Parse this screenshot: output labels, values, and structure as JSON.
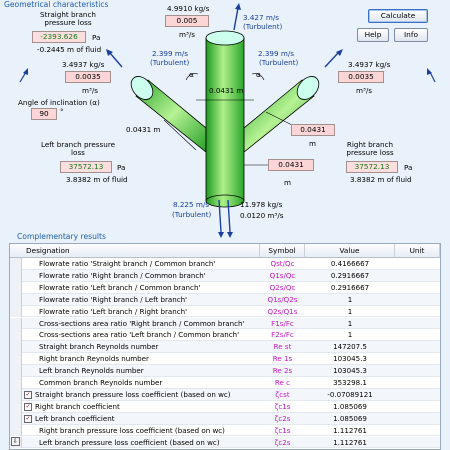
{
  "header": {
    "title": "Geometrical characteristics"
  },
  "buttons": {
    "calculate": "Calculate",
    "help": "Help",
    "info": "Info"
  },
  "straight_branch": {
    "label": "Straight branch pressure loss",
    "value": "-2393.626",
    "unit": "Pa",
    "fluid": "-0.2445 m of fluid"
  },
  "top": {
    "velocity_kgs": "4.9910 kg/s",
    "flow_value": "0.005",
    "flow_unit": "m³/s",
    "speed": "3.427 m/s",
    "regime": "(Turbulent)"
  },
  "left_branch_flow": {
    "speed": "2.399 m/s",
    "regime": "(Turbulent)",
    "kgs": "3.4937 kg/s",
    "value": "0.0035",
    "unit": "m³/s"
  },
  "right_branch_flow": {
    "speed": "2.399 m/s",
    "regime": "(Turbulent)",
    "kgs": "3.4937 kg/s",
    "value": "0.0035",
    "unit": "m³/s"
  },
  "angle": {
    "label": "Angle of inclination (α)",
    "value": "90",
    "unit": "°"
  },
  "diagram": {
    "alpha": "α",
    "d_top": "0.0431 m",
    "d_left": "0.0431 m",
    "d_right_value": "0.0431",
    "d_right_unit": "m",
    "d_common_value": "0.0431",
    "d_common_unit": "m"
  },
  "left_branch": {
    "label": "Left branch pressure loss",
    "value": "37572.13",
    "unit": "Pa",
    "fluid": "3.8382 m of fluid"
  },
  "right_branch": {
    "label": "Right branch pressure loss",
    "value": "37572.13",
    "unit": "Pa",
    "fluid": "3.8382 m of fluid"
  },
  "common": {
    "left_speed": "8.225 m/s",
    "left_regime": "(Turbulent)",
    "kgs": "11.978 kg/s",
    "flow": "0.0120 m³/s"
  },
  "table": {
    "title": "Complementary results",
    "columns": [
      "Designation",
      "Symbol",
      "Value",
      "Unit"
    ],
    "rows": [
      {
        "d": "Flowrate ratio 'Straight branch / Common branch'",
        "s": "Qst/Qc",
        "v": "0.4166667",
        "u": ""
      },
      {
        "d": "Flowrate ratio 'Right branch / Common branch'",
        "s": "Q1s/Qc",
        "v": "0.2916667",
        "u": ""
      },
      {
        "d": "Flowrate ratio 'Left branch / Common branch'",
        "s": "Q2s/Qc",
        "v": "0.2916667",
        "u": ""
      },
      {
        "d": "Flowrate ratio 'Right branch / Left branch'",
        "s": "Q1s/Q2s",
        "v": "1",
        "u": ""
      },
      {
        "d": "Flowrate ratio 'Left branch / Right branch'",
        "s": "Q2s/Q1s",
        "v": "1",
        "u": ""
      },
      {
        "d": "Cross-sections area ratio 'Right branch / Common branch'",
        "s": "F1s/Fc",
        "v": "1",
        "u": ""
      },
      {
        "d": "Cross-sections area ratio 'Left branch / Common branch'",
        "s": "F2s/Fc",
        "v": "1",
        "u": ""
      },
      {
        "d": "Straight branch Reynolds number",
        "s": "Re st",
        "v": "147207.5",
        "u": ""
      },
      {
        "d": "Right branch Reynolds number",
        "s": "Re 1s",
        "v": "103045.3",
        "u": ""
      },
      {
        "d": "Left branch Reynolds number",
        "s": "Re 2s",
        "v": "103045.3",
        "u": ""
      },
      {
        "d": "Common branch Reynolds number",
        "s": "Re c",
        "v": "353298.1",
        "u": ""
      },
      {
        "d": "Straight branch pressure loss coefficient  (based on wc)",
        "s": "ζcst",
        "v": "-0.07089121",
        "u": "",
        "chk": true
      },
      {
        "d": "Right branch coefficient",
        "s": "ζc1s",
        "v": "1.085069",
        "u": "",
        "chk": true
      },
      {
        "d": "Left branch coefficient",
        "s": "ζc2s",
        "v": "1.085069",
        "u": "",
        "chk": true
      },
      {
        "d": "Right branch pressure loss coefficient  (based on wc)",
        "s": "ζc1s",
        "v": "1.112761",
        "u": ""
      },
      {
        "d": "Left branch pressure loss coefficient  (based on wc)",
        "s": "ζc2s",
        "v": "1.112761",
        "u": ""
      }
    ]
  }
}
